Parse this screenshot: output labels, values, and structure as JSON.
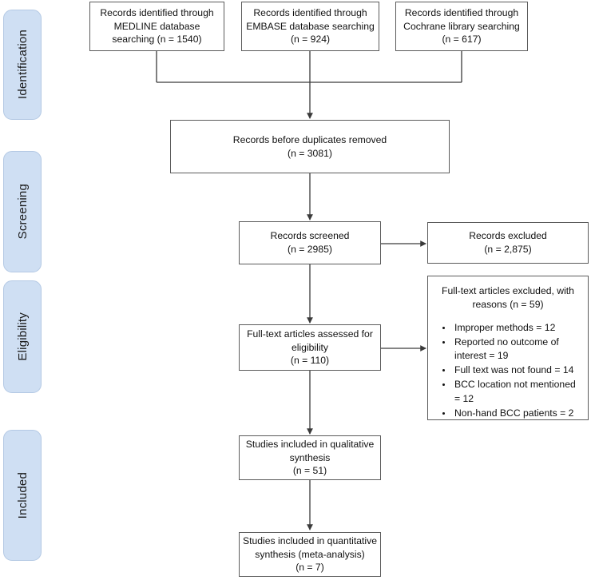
{
  "diagram": {
    "title": "PRISMA study selection flow diagram",
    "accent_color": "#cfdff3",
    "box_border_color": "#5b5b5b",
    "connector_color": "#3a3a3a"
  },
  "stages": [
    {
      "id": "identification",
      "label": "Identification"
    },
    {
      "id": "screening",
      "label": "Screening"
    },
    {
      "id": "eligibility",
      "label": "Eligibility"
    },
    {
      "id": "included",
      "label": "Included"
    }
  ],
  "boxes": {
    "medline": {
      "line1": "Records identified through",
      "line2": "MEDLINE database",
      "line3": "searching (n = 1540)"
    },
    "embase": {
      "line1": "Records identified through",
      "line2": "EMBASE database searching",
      "line3": "(n = 924)"
    },
    "cochrane": {
      "line1": "Records identified through",
      "line2": "Cochrane library searching",
      "line3": "(n = 617)"
    },
    "before_duplicates": {
      "line1": "Records before duplicates removed",
      "line2": "(n = 3081)"
    },
    "records_screened": {
      "line1": "Records screened",
      "line2": "(n = 2985)"
    },
    "records_excluded": {
      "line1": "Records excluded",
      "line2": "(n = 2,875)"
    },
    "fulltext_assessed": {
      "line1": "Full-text articles assessed for",
      "line2": "eligibility",
      "line3": "(n = 110)"
    },
    "fulltext_excluded": {
      "heading1": "Full-text articles excluded, with",
      "heading2": "reasons (n = 59)",
      "reasons": [
        "Improper methods = 12",
        "Reported no outcome of interest = 19",
        "Full text was not found = 14",
        "BCC location not mentioned = 12",
        "Non-hand BCC patients  = 2"
      ]
    },
    "qualitative": {
      "line1": "Studies included in qualitative",
      "line2": "synthesis",
      "line3": "(n = 51)"
    },
    "quantitative": {
      "line1": "Studies included in quantitative",
      "line2": "synthesis (meta-analysis)",
      "line3": "(n = 7)"
    }
  },
  "chart_data": {
    "type": "diagram",
    "title": "PRISMA flow diagram",
    "nodes": [
      {
        "id": "medline",
        "stage": "Identification",
        "label": "Records identified through MEDLINE database searching",
        "n": 1540
      },
      {
        "id": "embase",
        "stage": "Identification",
        "label": "Records identified through EMBASE database searching",
        "n": 924
      },
      {
        "id": "cochrane",
        "stage": "Identification",
        "label": "Records identified through Cochrane library searching",
        "n": 617
      },
      {
        "id": "before_duplicates",
        "stage": "Identification",
        "label": "Records before duplicates removed",
        "n": 3081
      },
      {
        "id": "records_screened",
        "stage": "Screening",
        "label": "Records screened",
        "n": 2985
      },
      {
        "id": "records_excluded",
        "stage": "Screening",
        "label": "Records excluded",
        "n": 2875
      },
      {
        "id": "fulltext_assessed",
        "stage": "Eligibility",
        "label": "Full-text articles assessed for eligibility",
        "n": 110
      },
      {
        "id": "fulltext_excluded",
        "stage": "Eligibility",
        "label": "Full-text articles excluded, with reasons",
        "n": 59
      },
      {
        "id": "qualitative",
        "stage": "Included",
        "label": "Studies included in qualitative synthesis",
        "n": 51
      },
      {
        "id": "quantitative",
        "stage": "Included",
        "label": "Studies included in quantitative synthesis (meta-analysis)",
        "n": 7
      }
    ],
    "edges": [
      {
        "from": "medline",
        "to": "before_duplicates"
      },
      {
        "from": "embase",
        "to": "before_duplicates"
      },
      {
        "from": "cochrane",
        "to": "before_duplicates"
      },
      {
        "from": "before_duplicates",
        "to": "records_screened"
      },
      {
        "from": "records_screened",
        "to": "records_excluded"
      },
      {
        "from": "records_screened",
        "to": "fulltext_assessed"
      },
      {
        "from": "fulltext_assessed",
        "to": "fulltext_excluded"
      },
      {
        "from": "fulltext_assessed",
        "to": "qualitative"
      },
      {
        "from": "qualitative",
        "to": "quantitative"
      }
    ],
    "exclusion_reasons": [
      {
        "reason": "Improper methods",
        "n": 12
      },
      {
        "reason": "Reported no outcome of interest",
        "n": 19
      },
      {
        "reason": "Full text was not found",
        "n": 14
      },
      {
        "reason": "BCC location not mentioned",
        "n": 12
      },
      {
        "reason": "Non-hand BCC patients",
        "n": 2
      }
    ]
  }
}
